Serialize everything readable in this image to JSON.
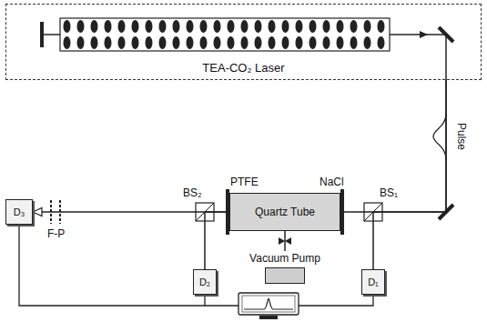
{
  "diagram": {
    "nodes": [
      {
        "text": [
          "TEA-CO₂ Laser"
        ]
      },
      {
        "text": [
          "Quartz Tube"
        ]
      },
      {
        "text": [
          "Vacuum Pump"
        ]
      },
      {
        "text": [
          "D₁"
        ]
      },
      {
        "text": [
          "D₂"
        ]
      },
      {
        "text": [
          "D₃"
        ]
      }
    ],
    "edges": [
      {
        "from": 0,
        "to": 1,
        "arrow": "none"
      },
      {
        "from": 0,
        "to": 3,
        "arrow": "none"
      },
      {
        "from": 1,
        "to": 4,
        "arrow": "none"
      },
      {
        "from": 1,
        "to": 5,
        "arrow": "to"
      },
      {
        "from": 1,
        "to": 2,
        "arrow": "none"
      }
    ],
    "labels": [
      "Pulse",
      "PTFE",
      "NaCl",
      "BS₁",
      "BS₂",
      "F-P"
    ]
  }
}
